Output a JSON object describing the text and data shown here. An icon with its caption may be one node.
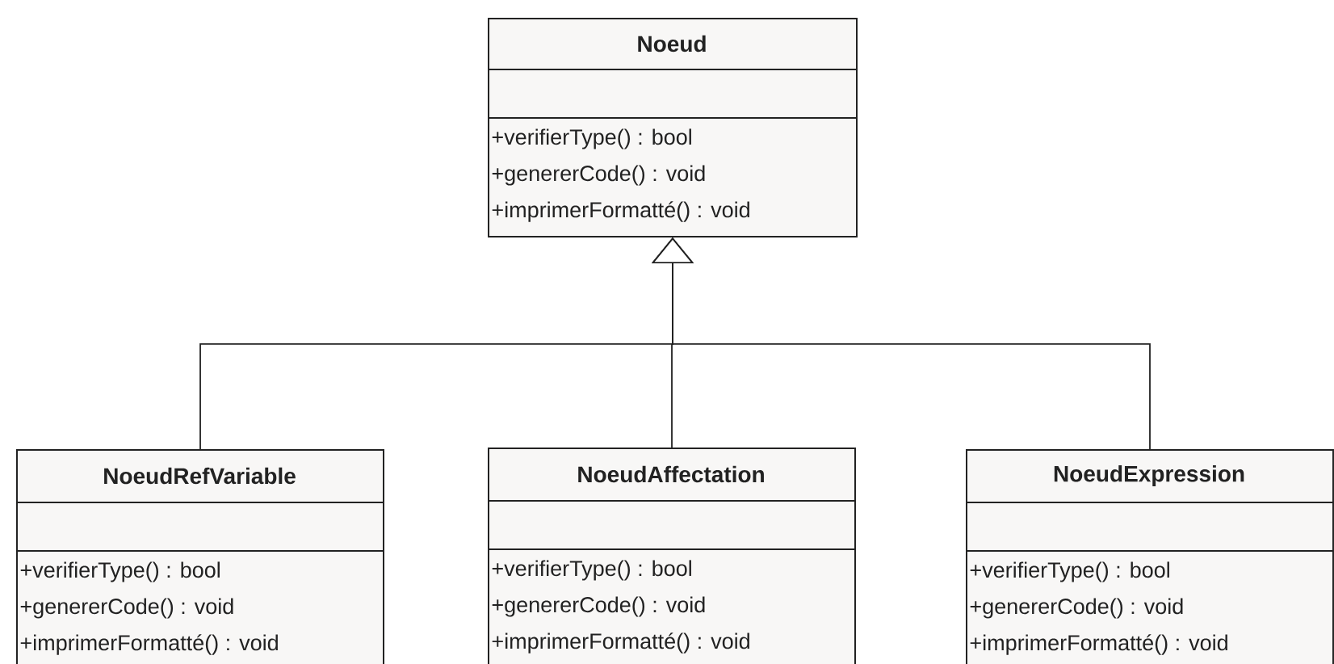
{
  "diagram": {
    "nodes": [
      {
        "text": [
          "Noeud",
          "+verifierType() : bool",
          "+genererCode() : void",
          "+imprimerFormatté() : void"
        ]
      },
      {
        "text": [
          "NoeudRefVariable",
          "+verifierType() : bool",
          "+genererCode() : void",
          "+imprimerFormatté() : void"
        ]
      },
      {
        "text": [
          "NoeudAffectation",
          "+verifierType() : bool",
          "+genererCode() : void",
          "+imprimerFormatté() : void"
        ]
      },
      {
        "text": [
          "NoeudExpression",
          "+verifierType() : bool",
          "+genererCode() : void",
          "+imprimerFormatté() : void"
        ]
      }
    ],
    "edges": [
      {
        "from": 1,
        "to": 0,
        "arrow": "to"
      },
      {
        "from": 2,
        "to": 0,
        "arrow": "to"
      },
      {
        "from": 3,
        "to": 0,
        "arrow": "to"
      }
    ]
  }
}
